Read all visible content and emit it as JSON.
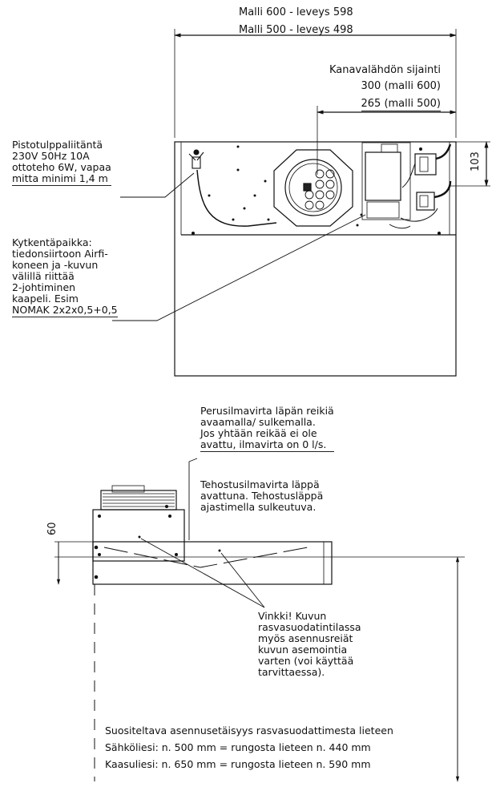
{
  "top_dims": {
    "line1": "Malli 600 - leveys 598",
    "line2": "Malli 500 - leveys 498"
  },
  "duct": {
    "line1": "Kanavalähdön sijainti",
    "line2": "300 (malli 600)",
    "line3": "265 (malli 500)"
  },
  "dim_103": "103",
  "dim_60": "60",
  "plug": {
    "line1": "Pistotulppaliitäntä",
    "line2": "230V 50Hz 10A",
    "line3": "ottoteho 6W, vapaa",
    "line4": "mitta minimi 1,4 m"
  },
  "connection": {
    "line1": "Kytkentäpaikka:",
    "line2": "tiedonsiirtoon Airfi-",
    "line3": "koneen ja -kuvun",
    "line4": "välillä riittää",
    "line5": "2-johtiminen",
    "line6": "kaapeli. Esim",
    "line7": "NOMAK 2x2x0,5+0,5"
  },
  "airflow": {
    "line1": "Perusilmavirta läpän reikiä",
    "line2": "avaamalla/ sulkemalla.",
    "line3": "Jos yhtään reikää ei ole",
    "line4": "avattu, ilmavirta on 0 l/s."
  },
  "boost": {
    "line1": "Tehostusilmavirta läppä",
    "line2": "avattuna. Tehostusläppä",
    "line3": "ajastimella sulkeutuva."
  },
  "tip": {
    "line1": "Vinkki! Kuvun",
    "line2": "rasvasuodatintilassa",
    "line3": "myös asennusreiät",
    "line4": "kuvun asemointia",
    "line5": "varten (voi käyttää",
    "line6": "tarvittaessa)."
  },
  "install": {
    "line1": "Suositeltava asennusetäisyys rasvasuodattimesta lieteen",
    "line2": "Sähköliesi: n. 500 mm = rungosta lieteen n. 440 mm",
    "line3": "Kaasuliesi: n. 650 mm = rungosta lieteen n. 590 mm"
  }
}
